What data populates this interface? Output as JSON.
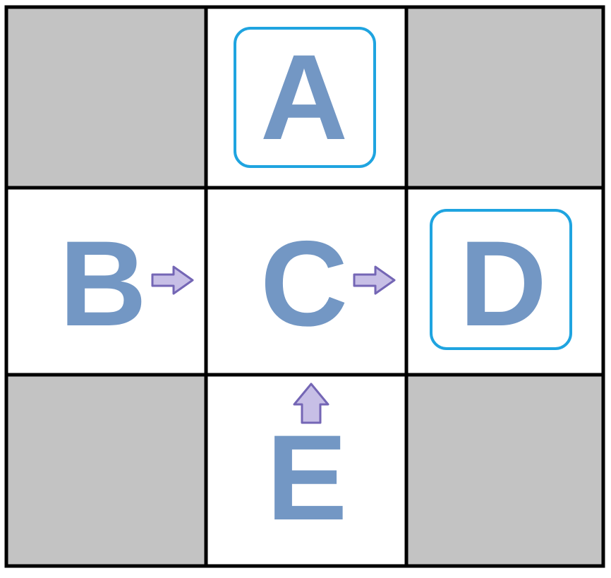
{
  "cells": {
    "A": {
      "label": "A",
      "highlighted": true
    },
    "B": {
      "label": "B",
      "highlighted": false
    },
    "C": {
      "label": "C",
      "highlighted": false
    },
    "D": {
      "label": "D",
      "highlighted": true
    },
    "E": {
      "label": "E",
      "highlighted": false
    }
  },
  "arrows": [
    {
      "from": "B",
      "to": "C",
      "direction": "right"
    },
    {
      "from": "C",
      "to": "D",
      "direction": "right"
    },
    {
      "from": "E",
      "to": "C",
      "direction": "up"
    }
  ],
  "colors": {
    "letter": "#7397c4",
    "highlight_border": "#1fa4e0",
    "arrow_fill": "#c7bfe6",
    "arrow_stroke": "#7466b5",
    "blocked_cell": "#c3c3c3",
    "open_cell": "#ffffff",
    "grid_line": "#000000"
  }
}
